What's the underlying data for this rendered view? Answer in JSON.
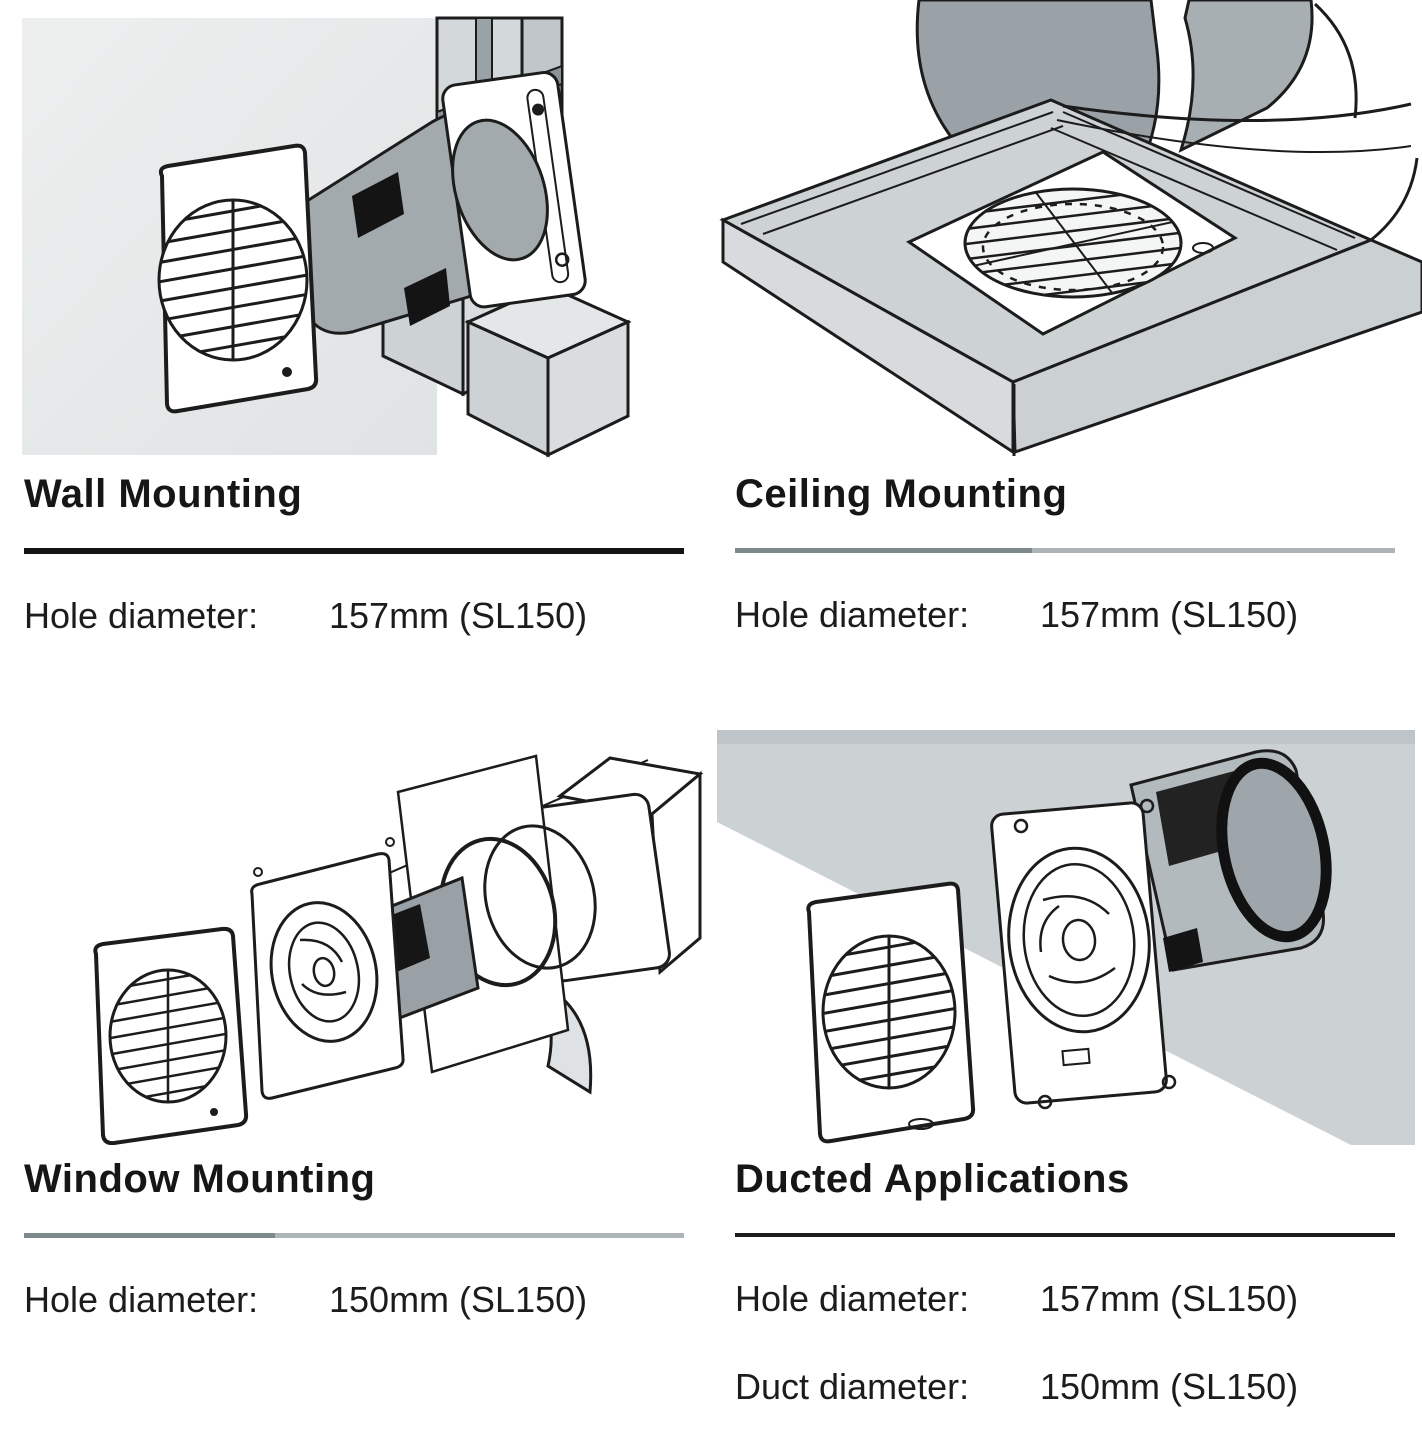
{
  "document": {
    "type": "fan installation catalog page",
    "model": "SL150"
  },
  "colors": {
    "page_background": "#ffffff",
    "line": "#1c1c1c",
    "illustration_light_gray": "#cdd2d4",
    "illustration_mid_gray": "#9fa6ab",
    "backdrop_gray": "#e8eaeb",
    "rule_black": "#141414",
    "rule_gray_dark": "#7d898b",
    "rule_gray_light": "#aeb5b6"
  },
  "sections": [
    {
      "id": "wall-mounting",
      "title": "Wall Mounting",
      "illustration": "fan unit ducted through brick wall with exterior grille and backplate",
      "specs": [
        {
          "label": "Hole diameter:",
          "value": "157mm (SL150)"
        }
      ]
    },
    {
      "id": "ceiling-mounting",
      "title": "Ceiling Mounting",
      "illustration": "fan grille panel set into ceiling with flexible duct rising above",
      "specs": [
        {
          "label": "Hole diameter:",
          "value": "157mm (SL150)"
        }
      ]
    },
    {
      "id": "window-mounting",
      "title": "Window Mounting",
      "illustration": "exploded view of fan parts assembled through window glass pane",
      "specs": [
        {
          "label": "Hole diameter:",
          "value": "150mm (SL150)"
        }
      ]
    },
    {
      "id": "ducted-applications",
      "title": "Ducted Applications",
      "illustration": "fan with duct run through angled wall, grille and plate exploded",
      "specs": [
        {
          "label": "Hole diameter:",
          "value": "157mm (SL150)"
        },
        {
          "label": "Duct diameter:",
          "value": "150mm (SL150)"
        }
      ]
    }
  ]
}
